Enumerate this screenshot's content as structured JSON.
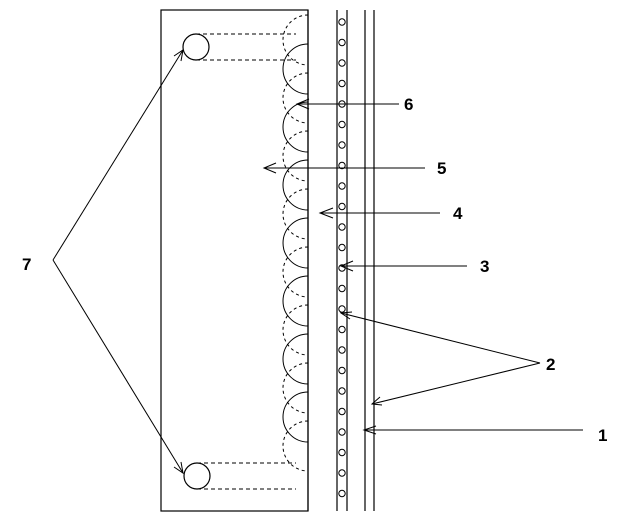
{
  "callouts": {
    "label_1": "1",
    "label_2": "2",
    "label_3": "3",
    "label_4": "4",
    "label_5": "5",
    "label_6": "6",
    "label_7": "7"
  },
  "colors": {
    "stroke": "#000000",
    "background": "#ffffff"
  }
}
